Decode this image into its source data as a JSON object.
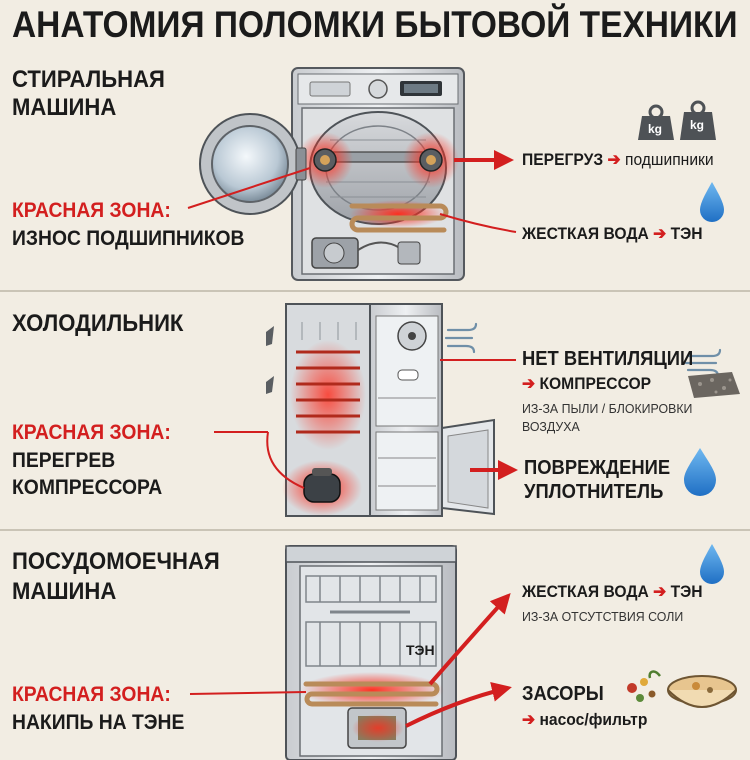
{
  "title": "АНАТОМИЯ ПОЛОМКИ БЫТОВОЙ ТЕХНИКИ",
  "sections": {
    "washer": {
      "name_line1": "СТИРАЛЬНАЯ",
      "name_line2": "МАШИНА",
      "red_zone": "КРАСНАЯ ЗОНА:",
      "problem": "ИЗНОС ПОДШИПНИКОВ",
      "cause1": {
        "lead": "ПЕРЕГРУЗ",
        "arrow": "➔",
        "result": "подшипники"
      },
      "cause2": {
        "lead": "ЖЕСТКАЯ ВОДА",
        "arrow": "➔",
        "result": "ТЭН"
      },
      "weight_label": "kg"
    },
    "fridge": {
      "name": "ХОЛОДИЛЬНИК",
      "red_zone": "КРАСНАЯ ЗОНА:",
      "problem_line1": "ПЕРЕГРЕВ",
      "problem_line2": "КОМПРЕССОРА",
      "cause1": {
        "lead": "НЕТ ВЕНТИЛЯЦИИ",
        "arrow": "➔",
        "result": "КОМПРЕССОР",
        "note_line1": "ИЗ-ЗА ПЫЛИ / БЛОКИРОВКИ",
        "note_line2": "ВОЗДУХА"
      },
      "cause2": {
        "line1": "ПОВРЕЖДЕНИЕ",
        "line2": "УПЛОТНИТЕЛЬ"
      }
    },
    "dishwasher": {
      "name_line1": "ПОСУДОМОЕЧНАЯ",
      "name_line2": "МАШИНА",
      "red_zone": "КРАСНАЯ ЗОНА:",
      "problem": "НАКИПЬ НА ТЭНЕ",
      "heater_label": "ТЭН",
      "cause1": {
        "lead": "ЖЕСТКАЯ ВОДА",
        "arrow": "➔",
        "result": "ТЭН",
        "note": "ИЗ-ЗА ОТСУТСТВИЯ СОЛИ"
      },
      "cause2": {
        "lead": "ЗАСОРЫ",
        "arrow": "➔",
        "result": "насос/фильтр"
      }
    }
  },
  "colors": {
    "accent_red": "#d31f1f",
    "background": "#f2ede3",
    "water_blue": "#2b83d6"
  },
  "icons": [
    "weight-icon",
    "water-drop-icon",
    "air-flow-icon",
    "dust-icon",
    "food-debris-icon"
  ]
}
